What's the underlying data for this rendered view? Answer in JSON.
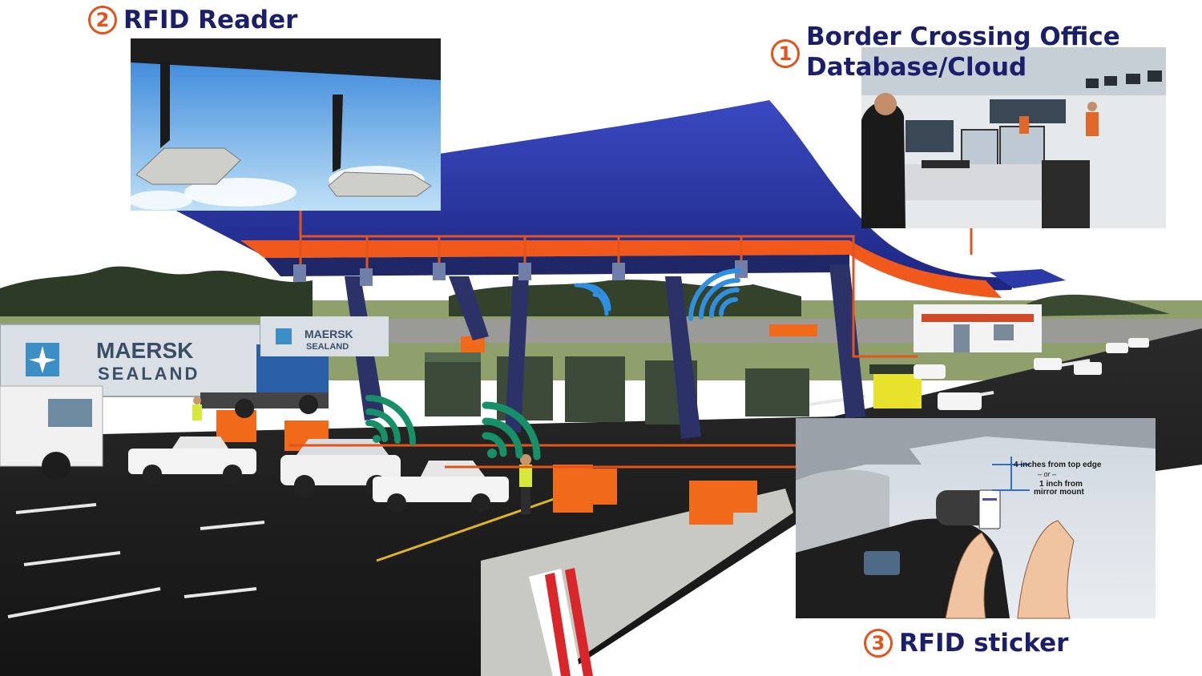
{
  "callouts": [
    {
      "number": "1",
      "title_line1": "Border Crossing Office",
      "title_line2": "Database/Cloud"
    },
    {
      "number": "2",
      "title": "RFID Reader"
    },
    {
      "number": "3",
      "title": "RFID sticker"
    }
  ],
  "container": {
    "brand_line1": "MAERSK",
    "brand_line2": "SEALAND"
  },
  "container_far": {
    "brand_line1": "MAERSK",
    "brand_line2": "SEALAND"
  },
  "sticker_instructions": {
    "line1": "4 inches from top edge",
    "line2": "– or –",
    "line3": "1 inch from",
    "line4": "mirror mount"
  },
  "colors": {
    "connector": "#e2541c",
    "title": "#1b1f6b",
    "canopy": "#2b3aa8",
    "wifi_blue": "#2f8fe0",
    "wifi_green": "#17906a"
  }
}
